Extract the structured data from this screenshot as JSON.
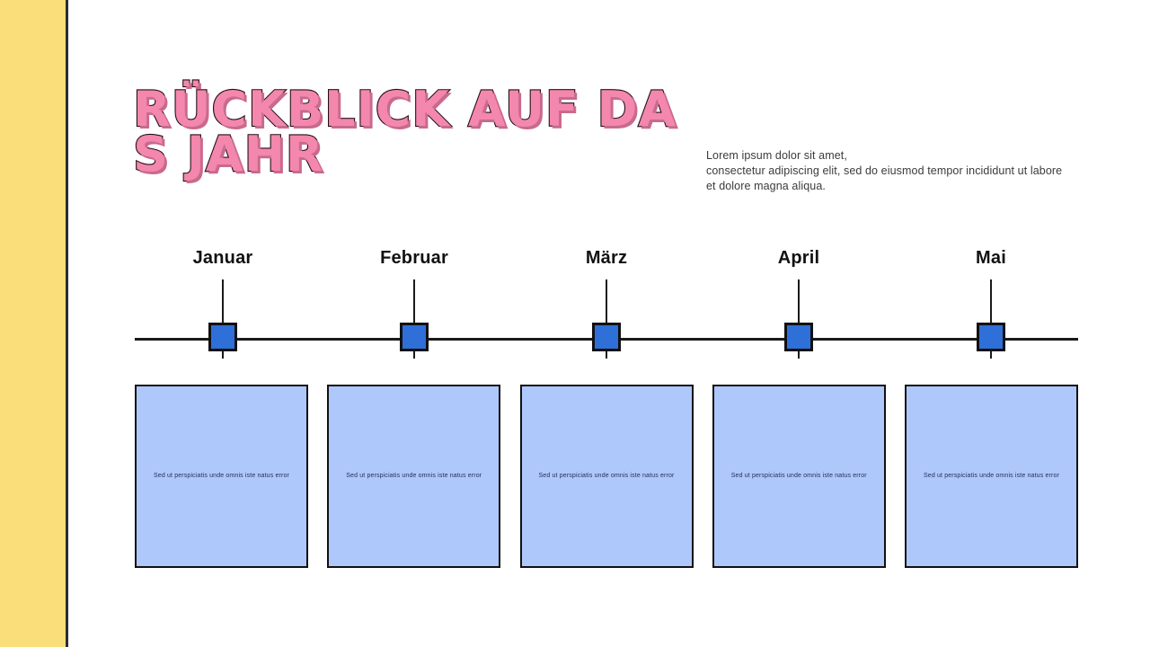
{
  "slide": {
    "title": "RÜCKBLICK AUF DAS JAHR",
    "intro": "Lorem ipsum dolor sit amet,\nconsectetur adipiscing elit, sed do eiusmod tempor incididunt ut labore\net dolore magna aliqua."
  },
  "colors": {
    "band": "#FADE7A",
    "title_fill": "#F487AE",
    "title_outline": "#241014",
    "marker": "#2F6FD8",
    "card_fill": "#AEC8FB",
    "line": "#1A1A1A"
  },
  "timeline": {
    "nodes": [
      {
        "label": "Januar",
        "caption": "Sed ut perspiciatis unde omnis iste natus error"
      },
      {
        "label": "Februar",
        "caption": "Sed ut perspiciatis unde omnis iste natus error"
      },
      {
        "label": "März",
        "caption": "Sed ut perspiciatis unde omnis iste natus error"
      },
      {
        "label": "April",
        "caption": "Sed ut perspiciatis unde omnis iste natus error"
      },
      {
        "label": "Mai",
        "caption": "Sed ut perspiciatis unde omnis iste natus error"
      }
    ]
  }
}
